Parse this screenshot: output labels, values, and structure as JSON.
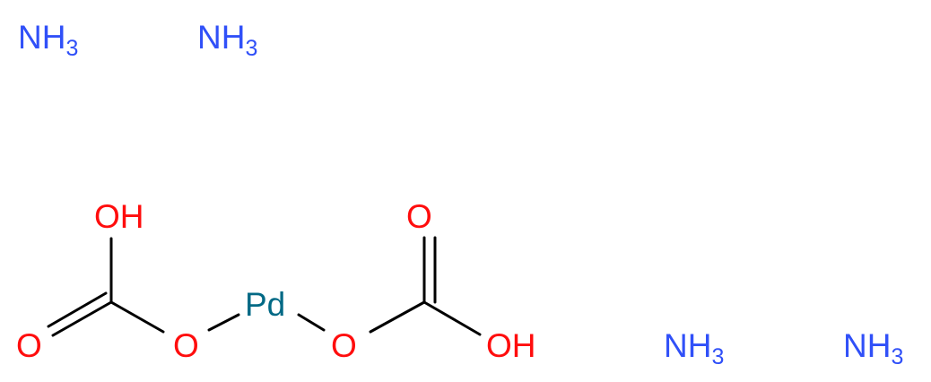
{
  "molecule": {
    "atoms": {
      "nh3_1": {
        "label": "NH",
        "sub": "3"
      },
      "nh3_2": {
        "label": "NH",
        "sub": "3"
      },
      "nh3_3": {
        "label": "NH",
        "sub": "3"
      },
      "nh3_4": {
        "label": "NH",
        "sub": "3"
      },
      "pd": {
        "label": "Pd"
      },
      "oh_left": {
        "label": "OH"
      },
      "o_left_double": {
        "label": "O"
      },
      "o_left_bridge": {
        "label": "O"
      },
      "o_right_bridge": {
        "label": "O"
      },
      "o_right_double": {
        "label": "O"
      },
      "oh_right": {
        "label": "OH"
      }
    },
    "colors": {
      "nitrogen": "#3050F8",
      "oxygen": "#FF0D0D",
      "palladium": "#006985",
      "bond": "#000000"
    }
  }
}
